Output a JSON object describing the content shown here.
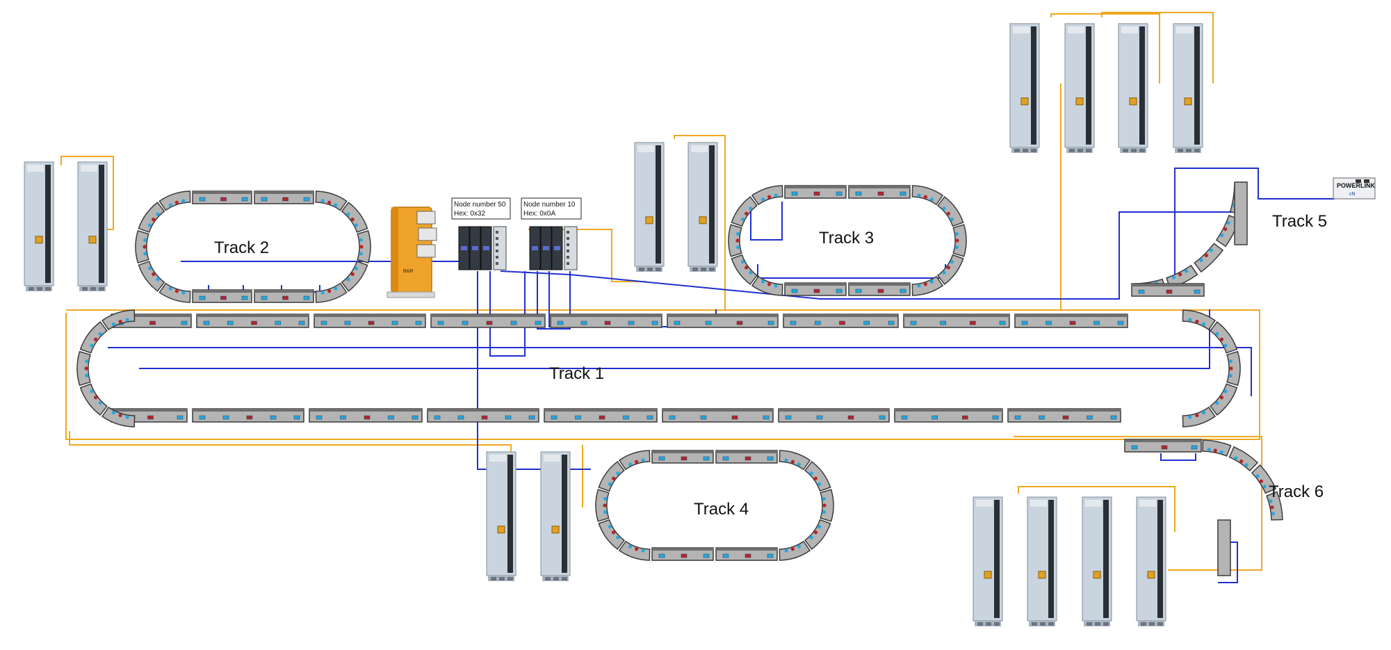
{
  "tracks": [
    {
      "id": "track-1",
      "label": "Track 1"
    },
    {
      "id": "track-2",
      "label": "Track 2"
    },
    {
      "id": "track-3",
      "label": "Track 3"
    },
    {
      "id": "track-4",
      "label": "Track 4"
    },
    {
      "id": "track-5",
      "label": "Track 5"
    },
    {
      "id": "track-6",
      "label": "Track 6"
    }
  ],
  "nodes": [
    {
      "title": "Node number 50",
      "hex": "Hex: 0x32"
    },
    {
      "title": "Node number 10",
      "hex": "Hex: 0x0A"
    }
  ],
  "powerlink": {
    "label": "POWERLINK",
    "sub": "cN"
  },
  "colors": {
    "segment_fill": "#b4b4b4",
    "segment_edge": "#3a3a3a",
    "connector_cyan": "#27a7de",
    "connector_red": "#b3262c",
    "bus_cable": "#1f2fd0",
    "power_cable": "#f0a81e",
    "drive_body": "#c9d4df",
    "plc_body": "#f0a32a"
  }
}
